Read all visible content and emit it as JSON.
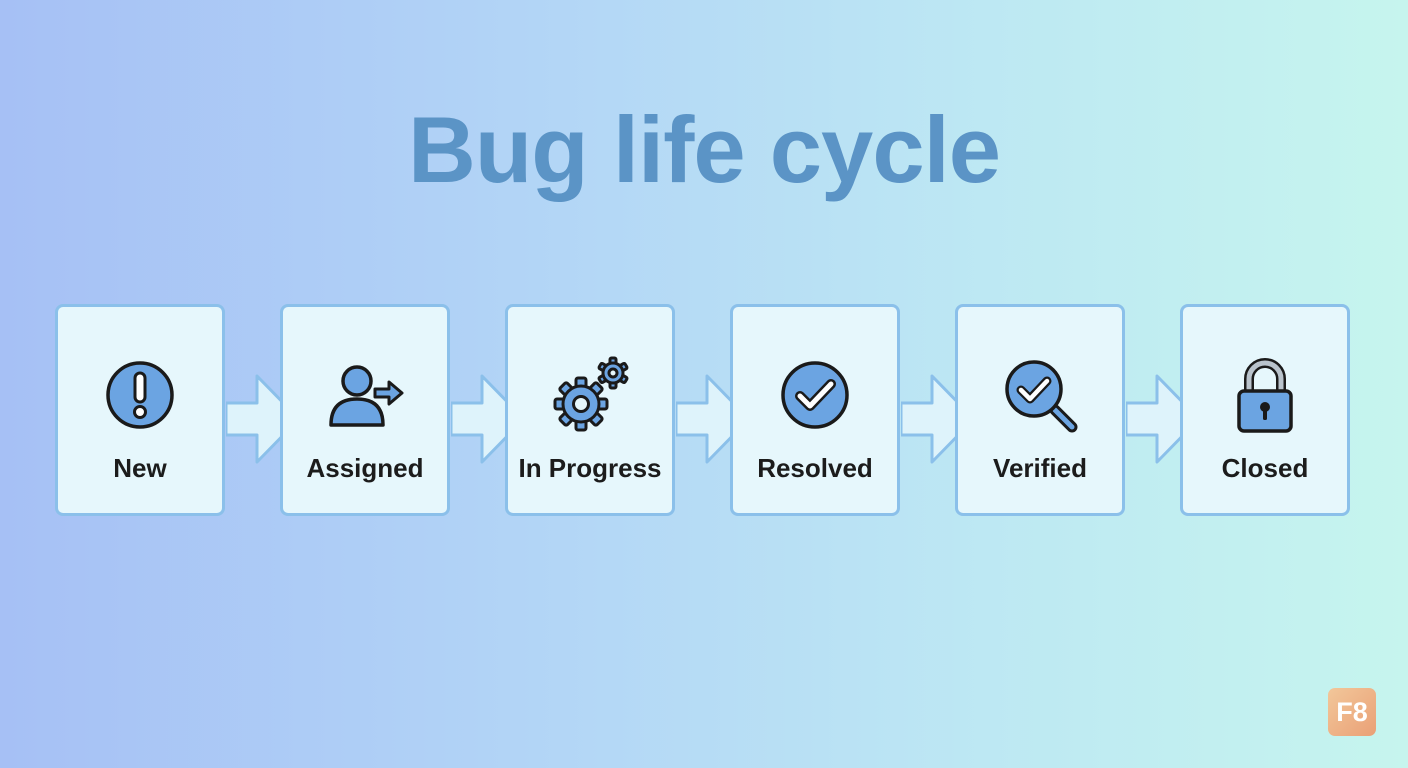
{
  "title": "Bug life cycle",
  "steps": [
    {
      "label": "New",
      "icon": "exclamation-circle-icon"
    },
    {
      "label": "Assigned",
      "icon": "user-assign-icon"
    },
    {
      "label": "In Progress",
      "icon": "gears-icon"
    },
    {
      "label": "Resolved",
      "icon": "check-circle-icon"
    },
    {
      "label": "Verified",
      "icon": "magnifier-check-icon"
    },
    {
      "label": "Closed",
      "icon": "padlock-icon"
    }
  ],
  "badge": "F8",
  "colors": {
    "title": "#5b94c6",
    "box_fill": "#e6f7fc",
    "box_border": "#8bc0ea",
    "icon_fill": "#6ba4e2",
    "icon_stroke": "#1a1a1a",
    "badge": "#eeb088"
  }
}
